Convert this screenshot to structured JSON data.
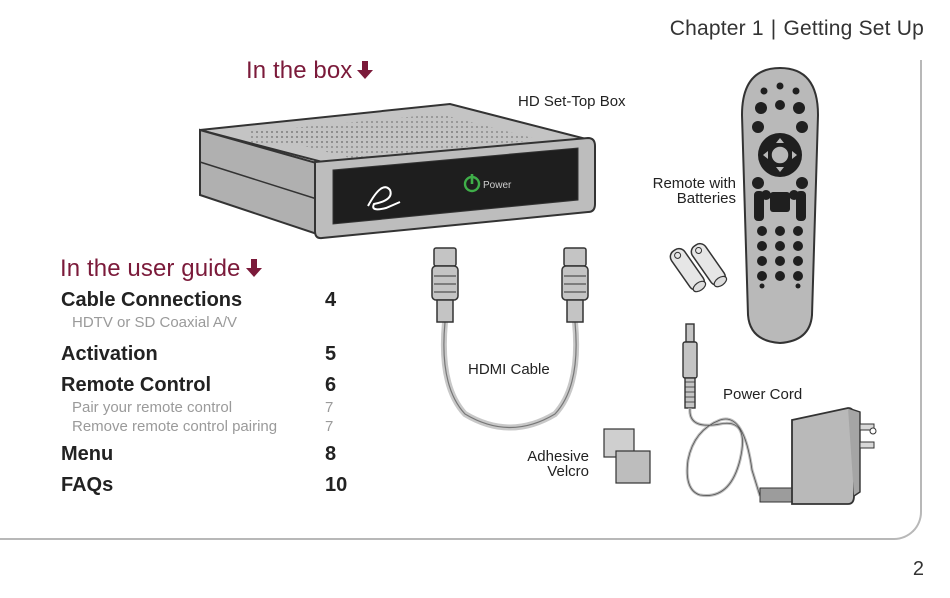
{
  "header": {
    "chapter": "Chapter 1",
    "separator": "|",
    "title": "Getting Set Up"
  },
  "in_the_box": {
    "heading": "In the box",
    "arrow_icon": "arrow-down-icon",
    "items": {
      "set_top_box": "HD Set-Top Box",
      "power_text": "Power",
      "remote": "Remote with Batteries",
      "remote_line1": "Remote with",
      "remote_line2": "Batteries",
      "hdmi": "HDMI Cable",
      "velcro_line1": "Adhesive",
      "velcro_line2": "Velcro",
      "power_cord": "Power Cord"
    }
  },
  "user_guide": {
    "heading": "In the user guide",
    "entries": [
      {
        "title": "Cable Connections",
        "page": "4",
        "sub": [
          {
            "title": "HDTV or SD Coaxial A/V",
            "page": ""
          }
        ]
      },
      {
        "title": "Activation",
        "page": "5",
        "sub": []
      },
      {
        "title": "Remote Control",
        "page": "6",
        "sub": [
          {
            "title": "Pair your remote control",
            "page": "7"
          },
          {
            "title": "Remove remote control pairing",
            "page": "7"
          }
        ]
      },
      {
        "title": "Menu",
        "page": "8",
        "sub": []
      },
      {
        "title": "FAQs",
        "page": "10",
        "sub": []
      }
    ]
  },
  "colors": {
    "accent": "#7b1a3a",
    "power_green": "#3fae49",
    "device_gray": "#b9b9b9",
    "outline": "#333333"
  },
  "page_number": "2"
}
